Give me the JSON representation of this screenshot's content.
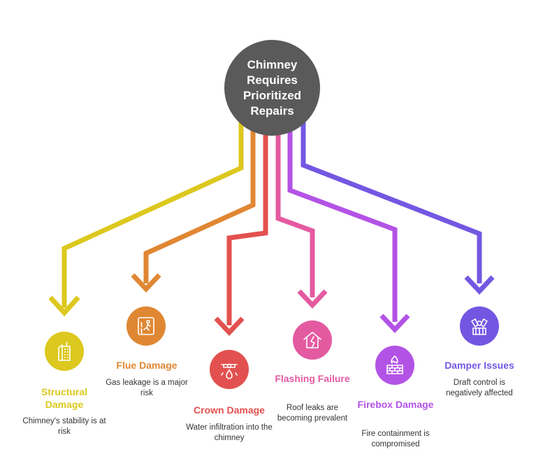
{
  "root": {
    "title": "Chimney Requires Prioritized Repairs",
    "color": "#5a5a5a"
  },
  "branches": [
    {
      "id": "structural",
      "label": "Structural Damage",
      "description": "Chimney's stability is at risk",
      "color": "#dcc81e",
      "icon": "building-icon"
    },
    {
      "id": "flue",
      "label": "Flue Damage",
      "description": "Gas leakage is a major risk",
      "color": "#e08733",
      "icon": "person-gas-leak-icon"
    },
    {
      "id": "crown",
      "label": "Crown Damage",
      "description": "Water infiltration into the chimney",
      "color": "#e2514f",
      "icon": "water-drop-icon"
    },
    {
      "id": "flashing",
      "label": "Flashing Failure",
      "description": "Roof leaks are becoming prevalent",
      "color": "#e45aa1",
      "icon": "broken-roof-icon"
    },
    {
      "id": "firebox",
      "label": "Firebox Damage",
      "description": "Fire containment is compromised",
      "color": "#b353e6",
      "icon": "fire-brick-icon"
    },
    {
      "id": "damper",
      "label": "Damper Issues",
      "description": "Draft control is negatively affected",
      "color": "#7357e2",
      "icon": "damper-valve-icon"
    }
  ]
}
